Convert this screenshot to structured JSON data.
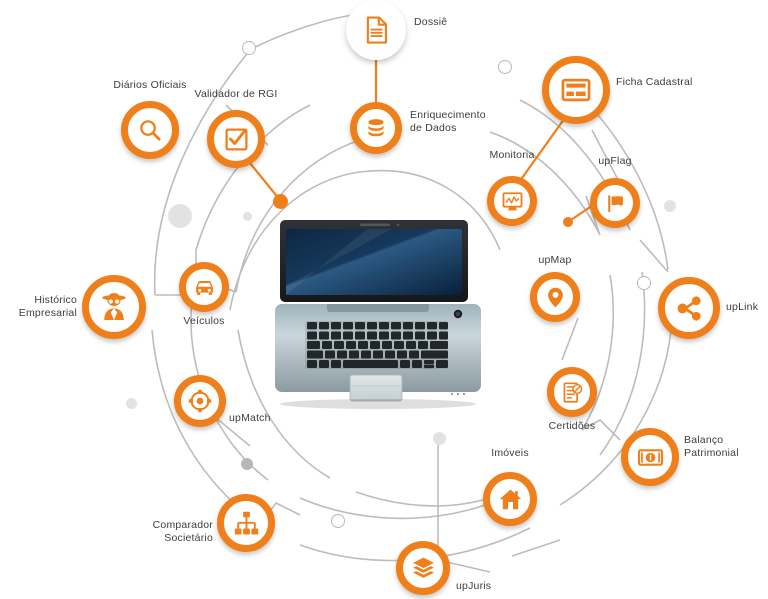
{
  "diagram": {
    "title_hub": "laptop-computer",
    "accent_color": "#ef7f1a",
    "line_color": "#b9b9b9",
    "label_color": "#3d3d3d",
    "nodes": [
      {
        "id": "dossie",
        "label": "Dossiê",
        "icon": "document-icon",
        "style": "plain"
      },
      {
        "id": "diarios",
        "label": "Diários Oficiais",
        "icon": "magnifier-icon",
        "style": "ring"
      },
      {
        "id": "validador",
        "label": "Validador de RGI",
        "icon": "checkbox-icon",
        "style": "ring"
      },
      {
        "id": "enriquecimento",
        "label": "Enriquecimento\nde Dados",
        "icon": "database-icon",
        "style": "ring"
      },
      {
        "id": "ficha",
        "label": "Ficha Cadastral",
        "icon": "id-card-icon",
        "style": "ring"
      },
      {
        "id": "monitoria",
        "label": "Monitoria",
        "icon": "chart-monitor-icon",
        "style": "ring"
      },
      {
        "id": "upflag",
        "label": "upFlag",
        "icon": "flag-icon",
        "style": "ring"
      },
      {
        "id": "uplink",
        "label": "upLink",
        "icon": "share-network-icon",
        "style": "ring"
      },
      {
        "id": "upmap",
        "label": "upMap",
        "icon": "map-pin-icon",
        "style": "ring"
      },
      {
        "id": "certidoes",
        "label": "Certidões",
        "icon": "certificate-icon",
        "style": "ring"
      },
      {
        "id": "balanco",
        "label": "Balanço\nPatrimonial",
        "icon": "banknote-icon",
        "style": "ring"
      },
      {
        "id": "imoveis",
        "label": "Imóveis",
        "icon": "house-icon",
        "style": "ring"
      },
      {
        "id": "upjuris",
        "label": "upJuris",
        "icon": "layers-icon",
        "style": "ring"
      },
      {
        "id": "comparador",
        "label": "Comparador\nSocietário",
        "icon": "org-chart-icon",
        "style": "ring"
      },
      {
        "id": "upmatch",
        "label": "upMatch",
        "icon": "target-icon",
        "style": "ring"
      },
      {
        "id": "historico",
        "label": "Histórico\nEmpresarial",
        "icon": "detective-icon",
        "style": "ring"
      },
      {
        "id": "veiculos",
        "label": "Veículos",
        "icon": "car-icon",
        "style": "ring"
      }
    ]
  }
}
